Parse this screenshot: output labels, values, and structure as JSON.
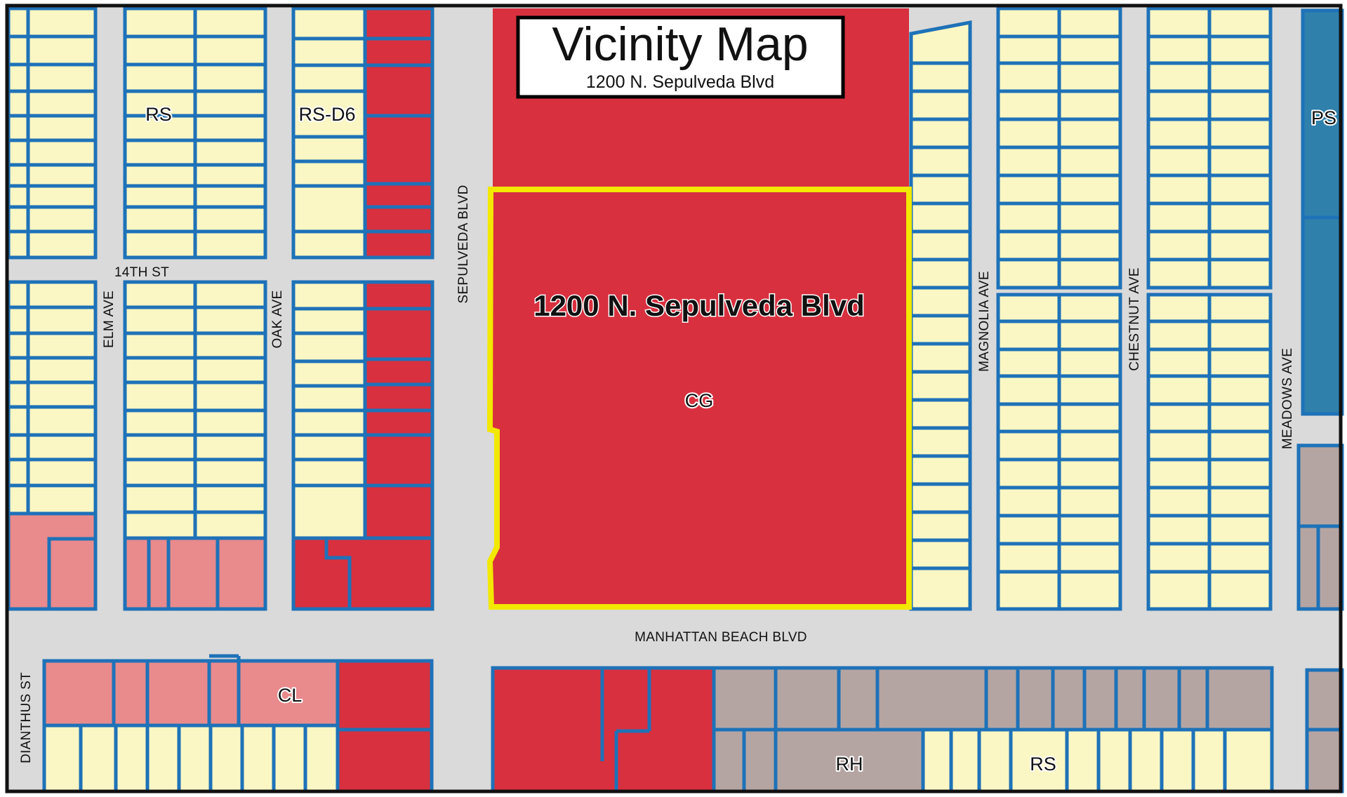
{
  "title": {
    "main": "Vicinity Map",
    "sub": "1200 N. Sepulveda Blvd"
  },
  "subject_site": {
    "label": "1200 N. Sepulveda Blvd",
    "zone": "CG",
    "outline_color": "#f2e800"
  },
  "zones": {
    "rs_north": "RS",
    "rs_d6": "RS-D6",
    "ps": "PS",
    "cl": "CL",
    "rh": "RH",
    "rs_south": "RS"
  },
  "streets": {
    "fourteenth": "14TH ST",
    "elm": "ELM AVE",
    "oak": "OAK AVE",
    "sepulveda": "SEPULVEDA BLVD",
    "magnolia": "MAGNOLIA AVE",
    "chestnut": "CHESTNUT AVE",
    "meadows": "MEADOWS AVE",
    "manhattan_beach": "MANHATTAN BEACH BLVD",
    "dianthus": "DIANTHUS ST"
  },
  "legend_colors": {
    "RS": "#fbf7c4",
    "CG": "#d8303f",
    "CL": "#e98a8c",
    "RH": "#b5a5a2",
    "PS": "#2f80ab",
    "street": "#dadada",
    "parcel_line": "#1e72b8"
  }
}
